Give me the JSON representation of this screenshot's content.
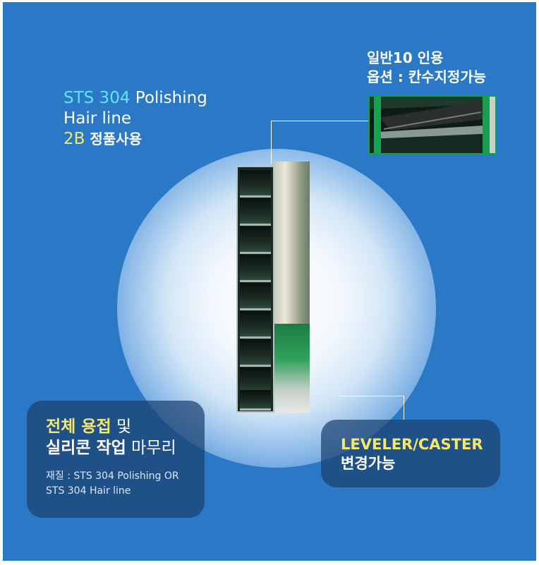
{
  "spec": {
    "line1_code": "STS 304",
    "line1_rest": " Polishing",
    "line2": "Hair line",
    "line3_code": "2B",
    "line3_rest": " 정품사용"
  },
  "option": {
    "line1": "일반10 인용",
    "line2": "옵션 : 칸수지정가능"
  },
  "welding_box": {
    "w1": "전체 용접",
    "w2": " 및",
    "w3": "실리콘 작업",
    "w4": " 마무리",
    "material_line1": "재질 : STS 304 Polishing OR",
    "material_line2": "STS 304 Hair line"
  },
  "leveler_box": {
    "title": "LEVELER/CASTER",
    "subtitle": "변경가능"
  },
  "colors": {
    "background": "#2b78c6",
    "highlight_cyan": "#5fe6f0",
    "highlight_yellow": "#f4e86c",
    "cabinet_green": "#2ea35a"
  }
}
